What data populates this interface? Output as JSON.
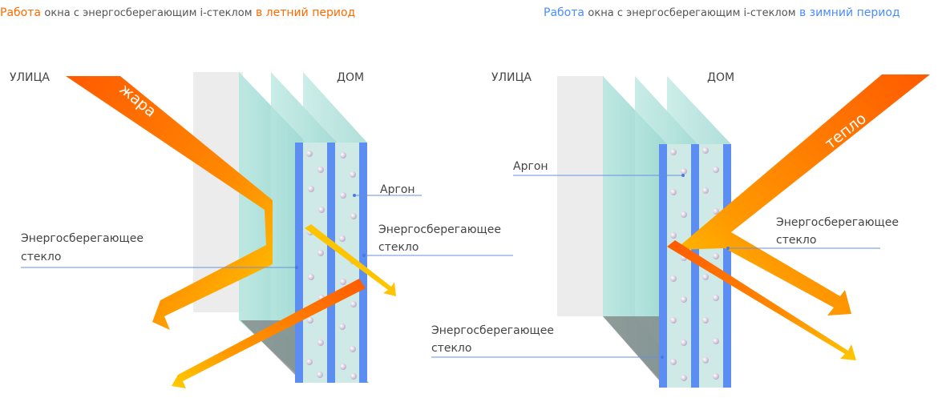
{
  "summary_title": {
    "highlight": "Работа",
    "middle": "окна с энергосберегающим i-стеклом",
    "season": "в летний период"
  },
  "winter_title": {
    "highlight": "Работа",
    "middle": "окна с энергосберегающим i-стеклом",
    "season": "в зимний период"
  },
  "summer": {
    "street": "УЛИЦА",
    "home": "ДОМ",
    "flow": "жара",
    "argon": "Аргон",
    "glass_left_1": "Энергосберегающее",
    "glass_left_2": "стекло",
    "glass_right_1": "Энергосберегающее",
    "glass_right_2": "стекло"
  },
  "winter": {
    "street": "УЛИЦА",
    "home": "ДОМ",
    "flow": "тепло",
    "argon": "Аргон",
    "glass_right_1": "Энергосберегающее",
    "glass_right_2": "стекло",
    "glass_bottom_1": "Энергосберегающее",
    "glass_bottom_2": "стекло"
  },
  "colors": {
    "orange": "#ff6a00",
    "blue": "#4a8cff",
    "glass": "#9fd9d3",
    "pane_blue": "#5b8ef0"
  }
}
